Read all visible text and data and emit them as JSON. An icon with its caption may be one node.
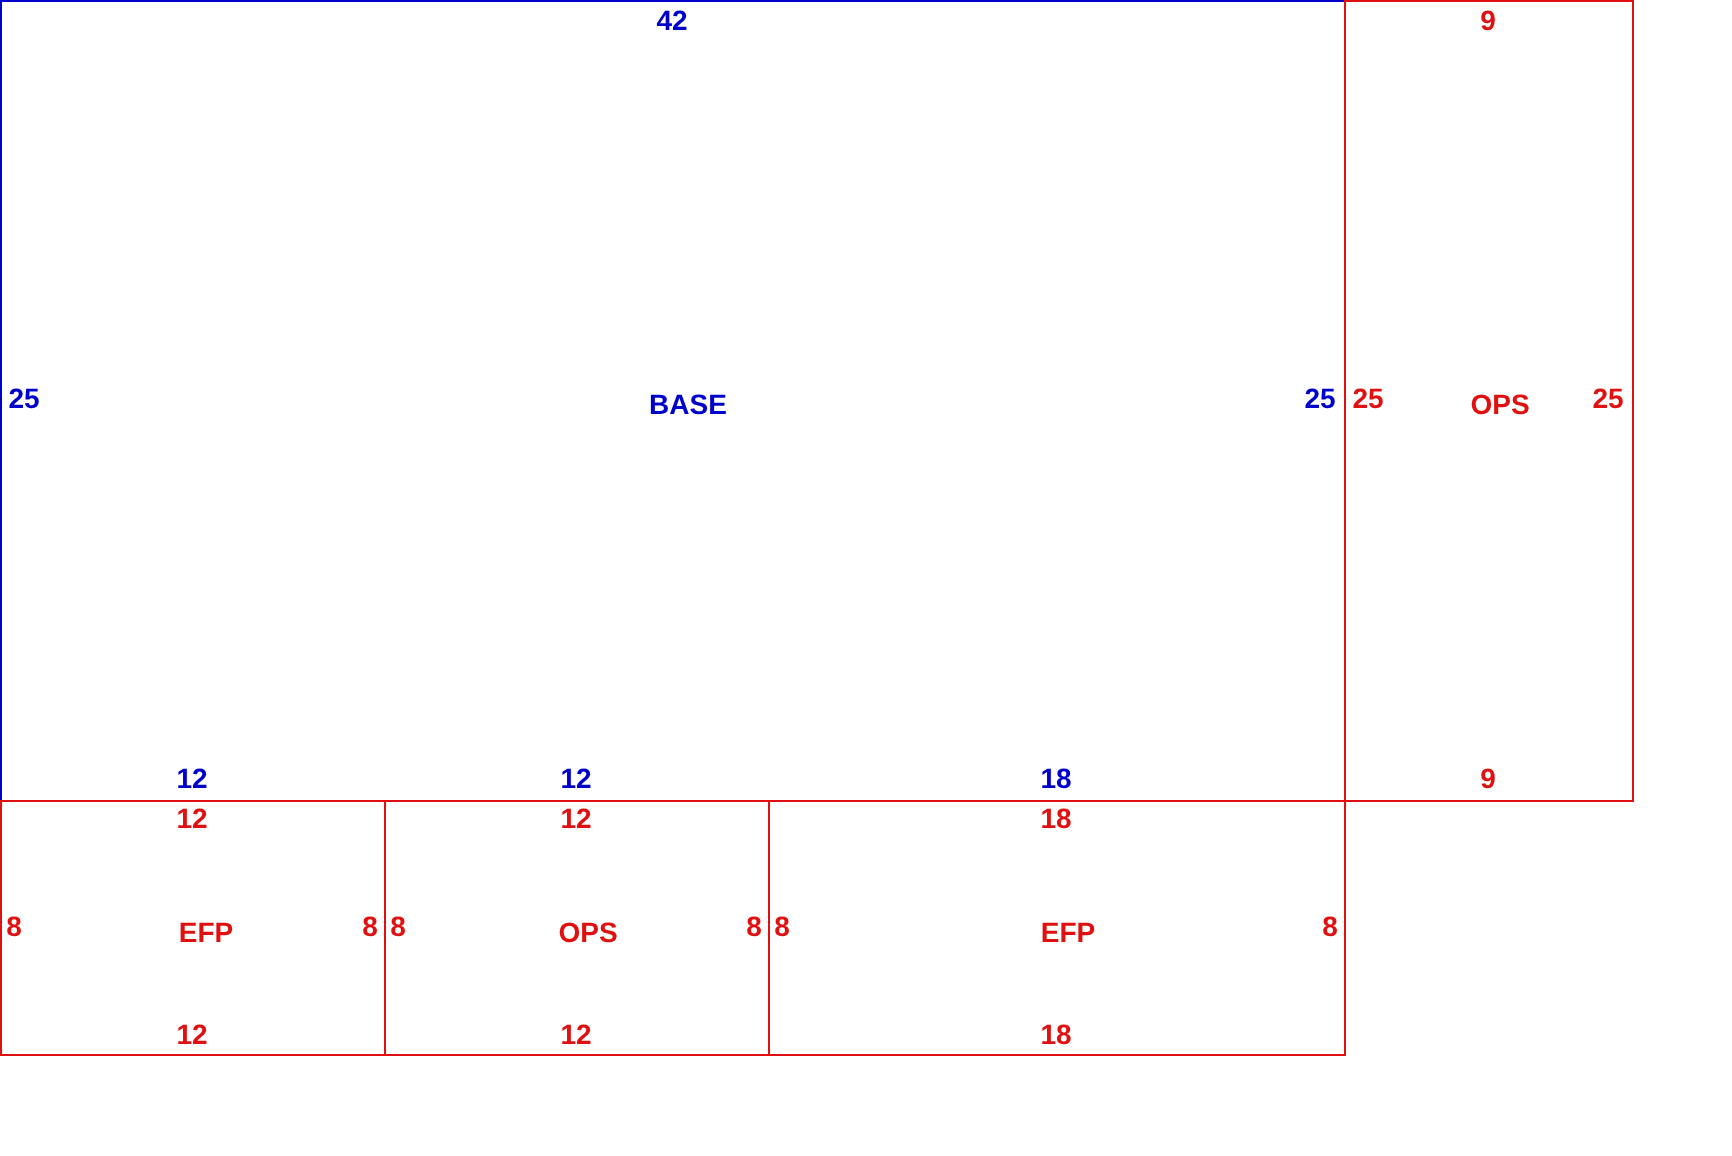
{
  "diagram": {
    "nodes": [
      {
        "text": [
          "42",
          "25",
          "BASE",
          "25",
          "12",
          "12",
          "18"
        ]
      },
      {
        "text": [
          "9",
          "25",
          "OPS",
          "25",
          "9"
        ]
      },
      {
        "text": [
          "12",
          "8",
          "EFP",
          "8",
          "12"
        ]
      },
      {
        "text": [
          "12",
          "8",
          "OPS",
          "8",
          "12"
        ]
      },
      {
        "text": [
          "18",
          "8",
          "EFP",
          "8",
          "18"
        ]
      }
    ]
  }
}
